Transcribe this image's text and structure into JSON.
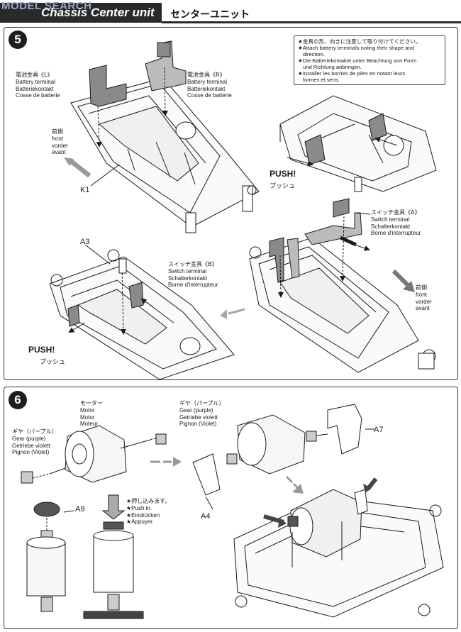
{
  "header": {
    "watermark": "MODEL SEARCH",
    "title": "Chassis Center unit",
    "title_jp": "センターユニット"
  },
  "step5": {
    "number": "5",
    "note_lines": [
      "★金具の形、向きに注意して取り付けてください。",
      "★Attach battery terminals noting their shape and",
      "direction.",
      "★Die Batteriekontakte unter Beachtung von Form",
      "und Richtung anbringen.",
      "★Installer les bornes de piles en notant leurs",
      "formes et sens."
    ],
    "terminal_L": [
      "電池金具《L》",
      "Battery terminal",
      "Batteriekontakt",
      "Cosse de batterie"
    ],
    "terminal_R": [
      "電池金具《R》",
      "Battery terminal",
      "Batteriekontakt",
      "Cosse de batterie"
    ],
    "front": [
      "前側",
      "front",
      "vorder",
      "avant"
    ],
    "front2": [
      "前側",
      "front",
      "vorder",
      "avant"
    ],
    "part_k1": "K1",
    "part_a3": "A3",
    "push": "PUSH!",
    "push_jp": "プッシュ",
    "switch_A": [
      "スイッチ金具《A》",
      "Switch terminal",
      "Schalterkontakt",
      "Borne d'interrupteur"
    ],
    "switch_B": [
      "スイッチ金具《B》",
      "Switch terminal",
      "Schalterkontakt",
      "Borne d'interrupteur"
    ]
  },
  "step6": {
    "number": "6",
    "motor": [
      "モーター",
      "Motor",
      "Motor",
      "Moteur"
    ],
    "gear_purple_left": [
      "ギヤ（パープル）",
      "Gear (purple)",
      "Getriebe violett",
      "Pignon (Violet)"
    ],
    "gear_purple_right": [
      "ギヤ（パープル）",
      "Gear (purple)",
      "Getriebe violett",
      "Pignon (Violet)"
    ],
    "push_in": [
      "★押し込みます。",
      "★Push in.",
      "★Eindrücken",
      "★Appuyer."
    ],
    "part_a9": "A9",
    "part_a7": "A7",
    "part_a4": "A4"
  },
  "colors": {
    "ink": "#1a1a1a",
    "header_dark": "#2a2a2a",
    "terminal_gray": "#8a8a8a",
    "arrow_gray": "#9a9a9a"
  }
}
